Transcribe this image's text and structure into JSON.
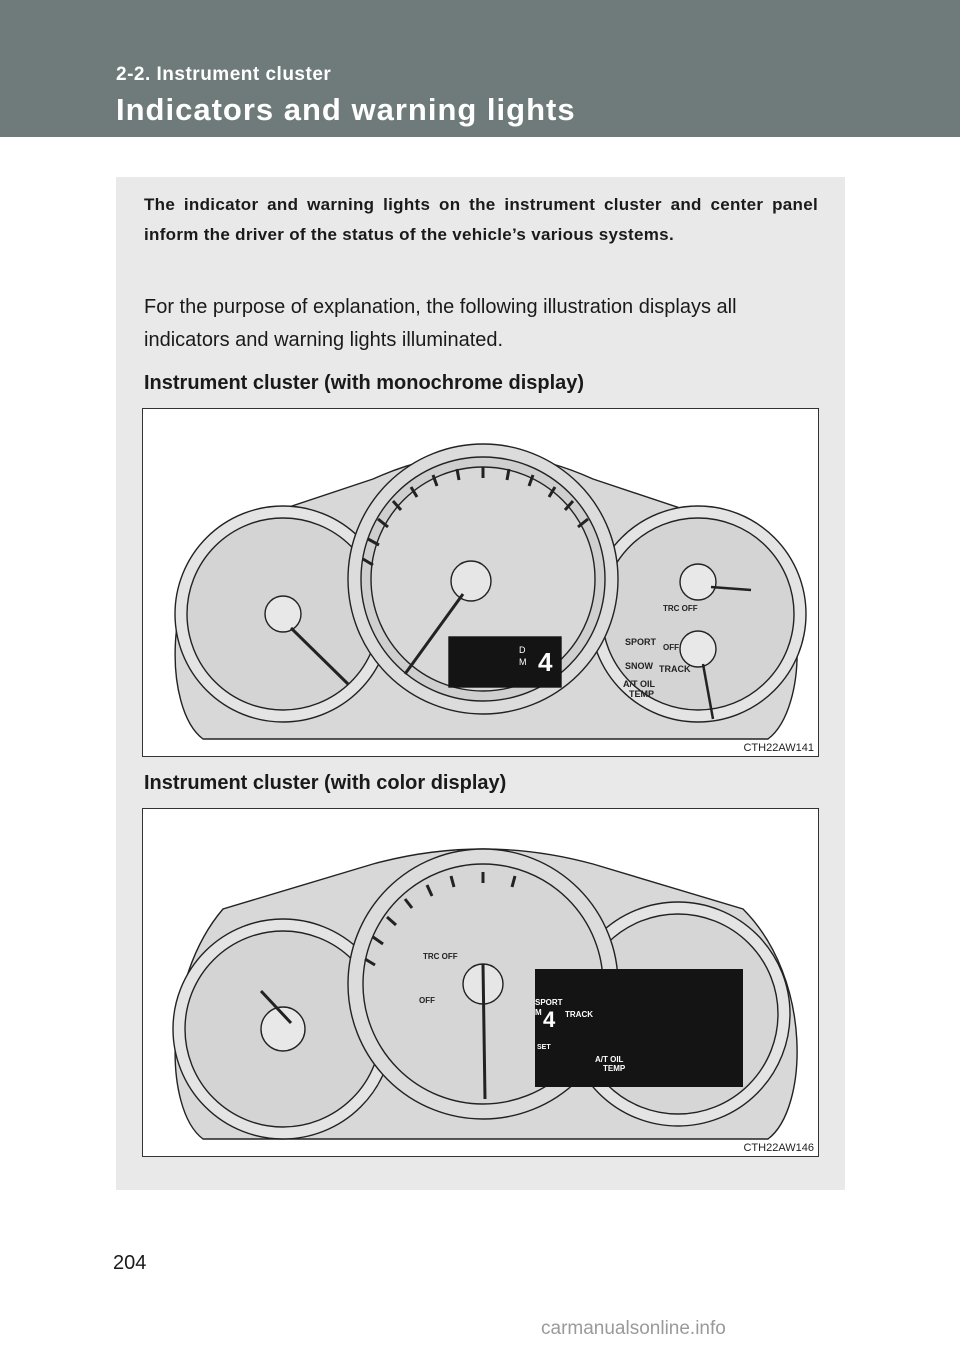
{
  "header": {
    "section": "2-2. Instrument cluster",
    "title": "Indicators and warning lights"
  },
  "intro_bold": "The indicator and warning lights on the instrument cluster and center panel inform the driver of the status of the vehicle’s various systems.",
  "intro": "For the purpose of explanation, the following illustration displays all indicators and warning lights illuminated.",
  "figures": [
    {
      "heading": "Instrument cluster (with monochrome display)",
      "code": "CTH22AW141",
      "labels": {
        "trc_off": "TRC OFF",
        "off": "OFF",
        "sport": "SPORT",
        "snow": "SNOW",
        "track": "TRACK",
        "at_oil": "A/T OIL",
        "temp": "TEMP",
        "gear": "4",
        "d": "D",
        "m": "M"
      }
    },
    {
      "heading": "Instrument cluster (with color display)",
      "code": "CTH22AW146",
      "labels": {
        "trc_off": "TRC OFF",
        "off": "OFF",
        "sport": "SPORT",
        "track": "TRACK",
        "at_oil": "A/T OIL",
        "temp": "TEMP",
        "gear": "4",
        "m": "M",
        "set": "SET"
      }
    }
  ],
  "page_number": "204",
  "watermark": "carmanualsonline.info"
}
